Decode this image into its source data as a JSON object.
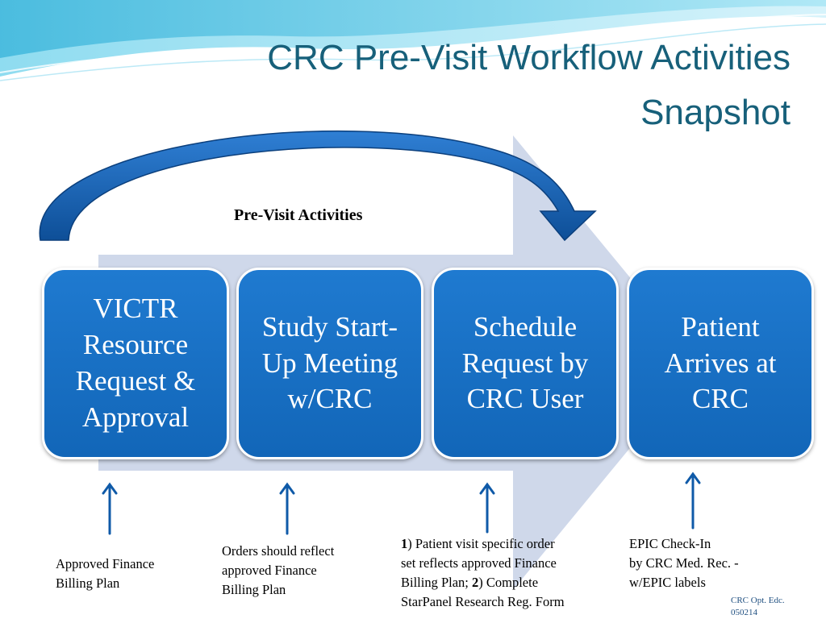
{
  "title": {
    "line1": "CRC Pre-Visit Workflow Activities",
    "line2": "Snapshot"
  },
  "diagram_label": "Pre-Visit Activities",
  "steps": [
    {
      "label": "VICTR Resource Request & Approval"
    },
    {
      "label": "Study Start-Up Meeting w/CRC"
    },
    {
      "label": "Schedule Request by CRC User"
    },
    {
      "label": "Patient Arrives at CRC"
    }
  ],
  "notes": {
    "n1": {
      "line1": "Approved Finance",
      "line2": "Billing Plan"
    },
    "n2": {
      "line1": "Orders should reflect",
      "line2": "approved Finance",
      "line3": "Billing Plan"
    },
    "n3": {
      "num1": "1",
      "line1": ") Patient visit specific order",
      "line2": "set reflects approved Finance",
      "line3a": "Billing Plan; ",
      "num2": "2",
      "line3b": ") Complete",
      "line4": "StarPanel Research Reg. Form"
    },
    "n4": {
      "line1": "EPIC Check-In",
      "line2": "by CRC Med. Rec. -",
      "line3": "w/EPIC labels"
    }
  },
  "footer": {
    "line1": "CRC Opt. Edc.",
    "line2": "050214"
  },
  "colors": {
    "box_fill": "#1a70c4",
    "chevron_fill": "#cfd8ea",
    "title_color": "#17607a",
    "arrow_color": "#0f5aa8",
    "wave_color": "#4fc3e0"
  }
}
